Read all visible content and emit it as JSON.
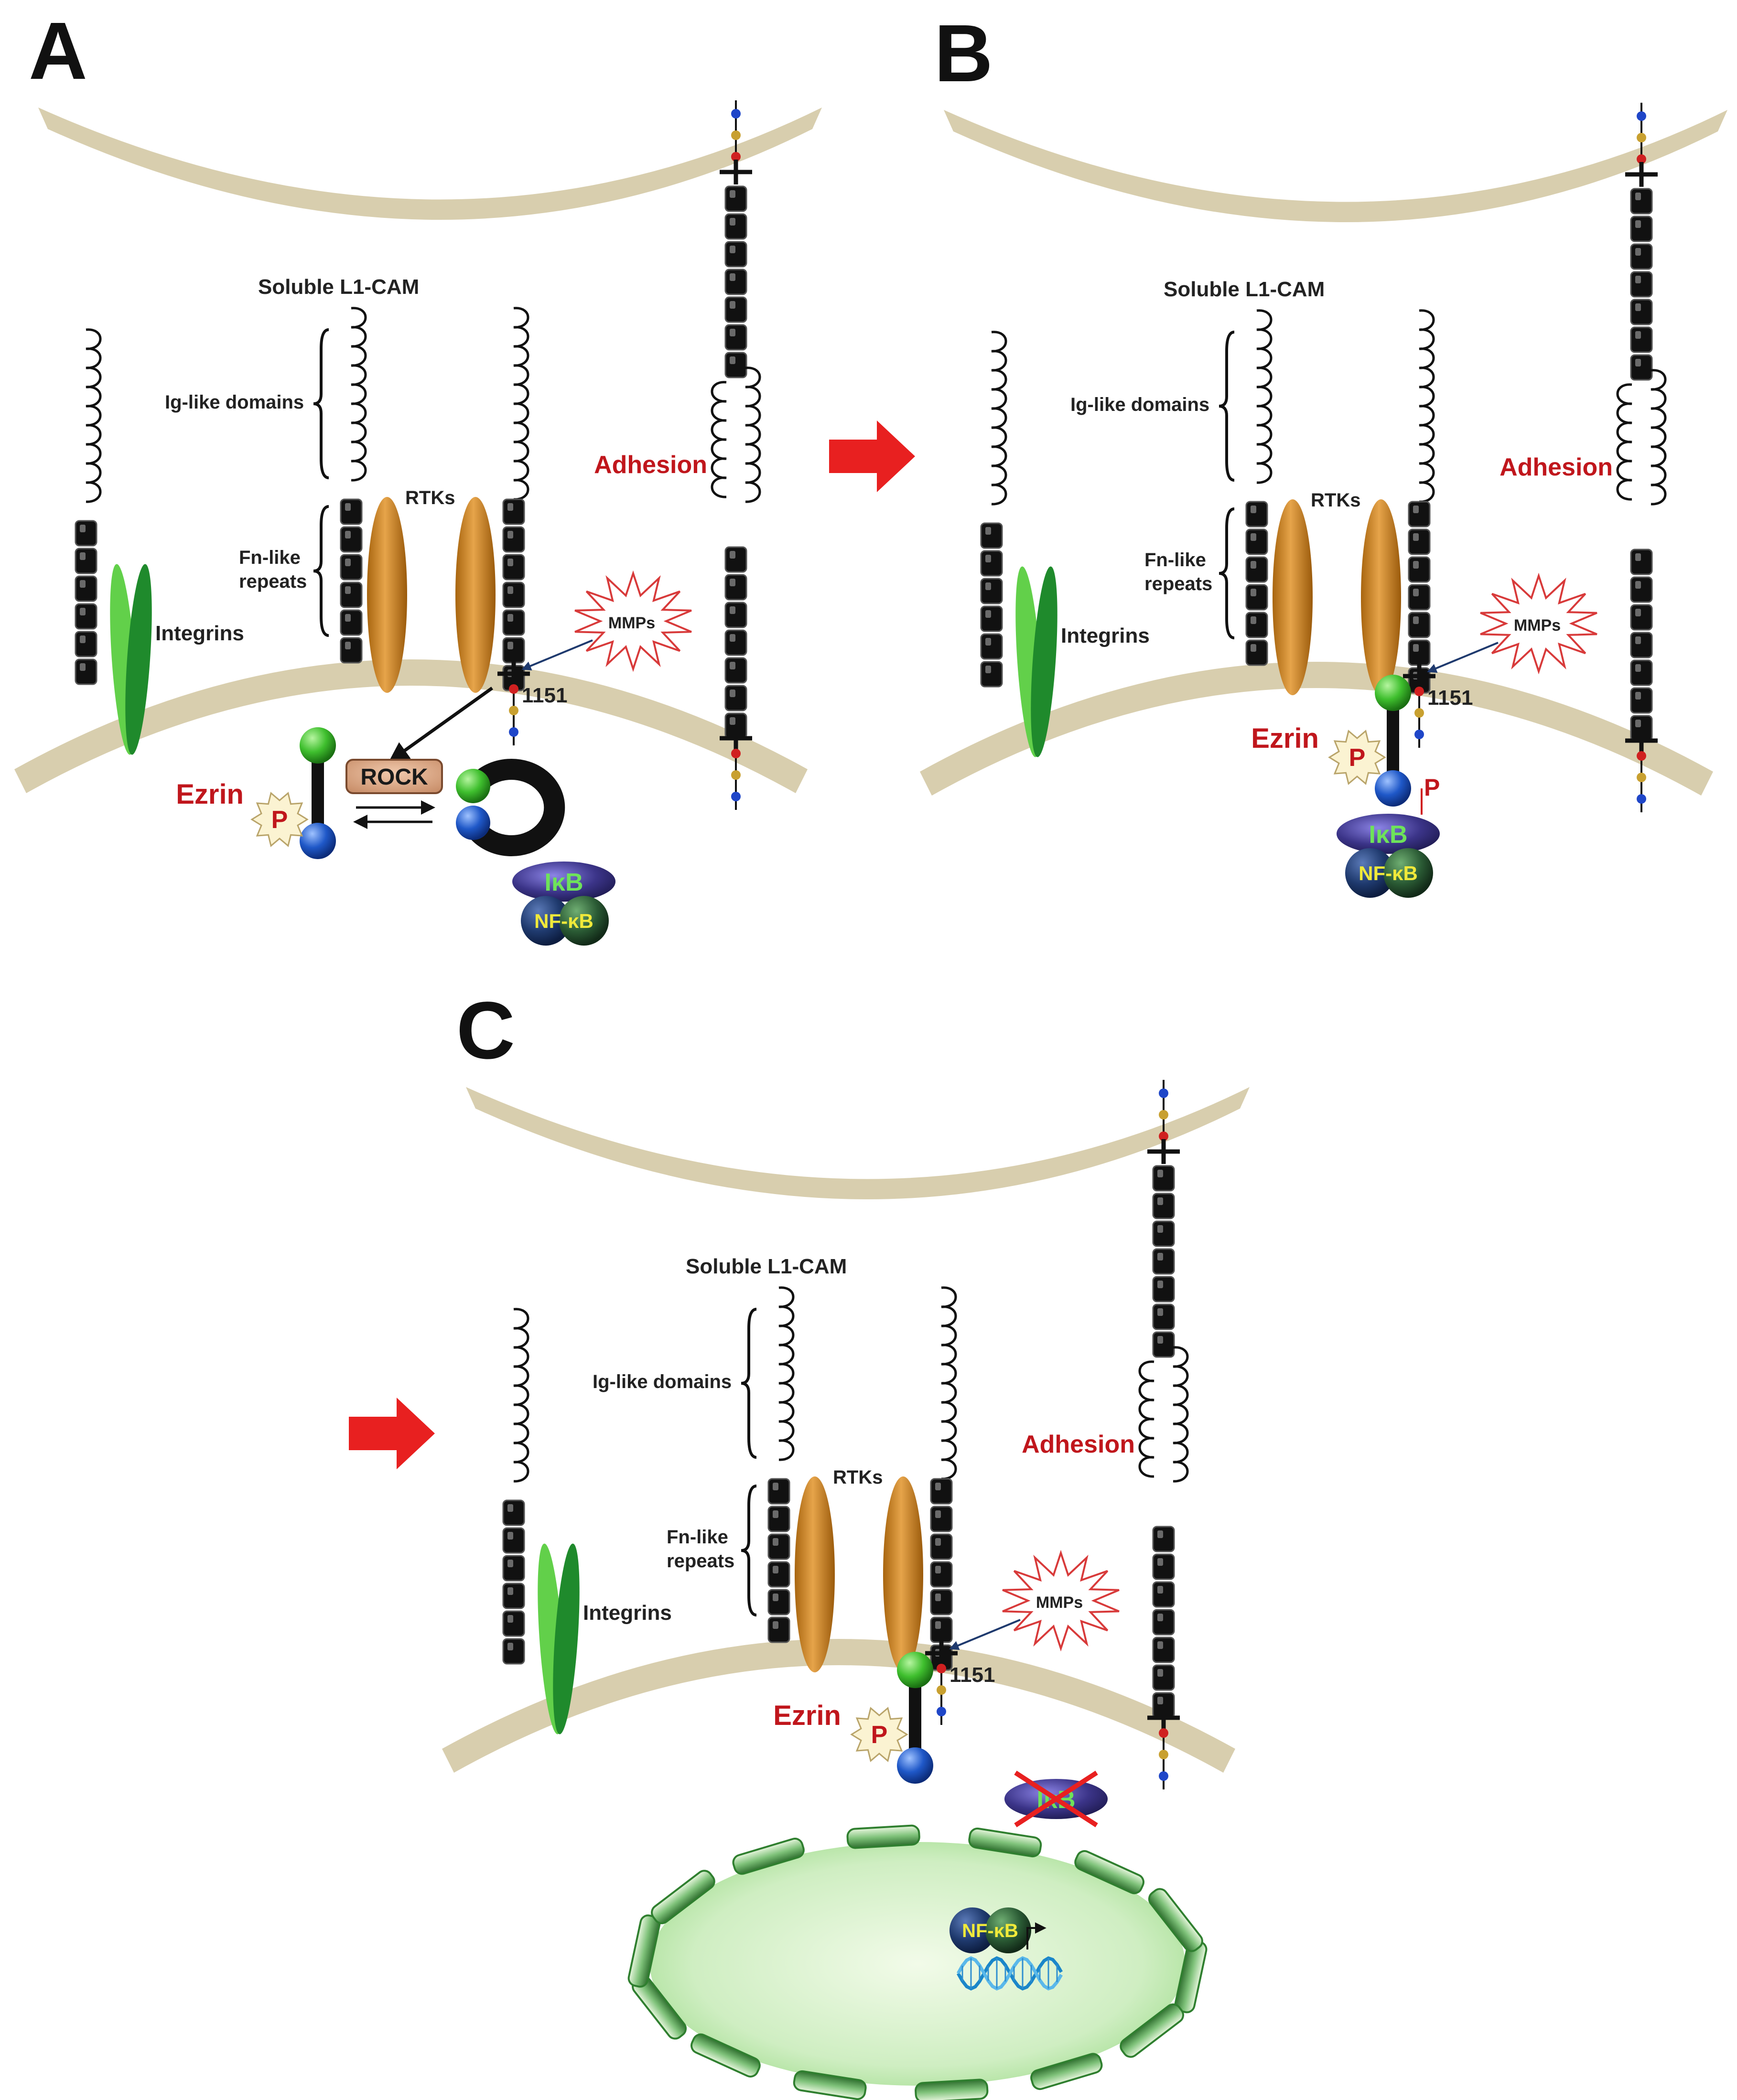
{
  "colors": {
    "membrane": "#d8ceae",
    "domain_block": "#111111",
    "rtk": "#c8861e",
    "integrin_light": "#62d04a",
    "integrin_dark": "#1f8a2c",
    "label_red": "#c0161c",
    "arrow_red": "#e82020",
    "ezrin_green": "#3fbf2e",
    "ezrin_blue": "#1f58c8",
    "ikb_purple": "#3b3488",
    "nfkb_navy": "#1f3a6e",
    "nucleus_fill": "#cfeec2",
    "nucleus_border": "#2f7f2f",
    "dna_blue": "#1a86c9"
  },
  "panels": [
    {
      "letter": "A",
      "labels": {
        "soluble": "Soluble L1-CAM",
        "ig": "Ig-like domains",
        "rtks": "RTKs",
        "fn_1": "Fn-like",
        "fn_2": "repeats",
        "integrins": "Integrins",
        "adhesion": "Adhesion",
        "mmps": "MMPs",
        "residue": "1151",
        "ezrin": "Ezrin",
        "p": "P",
        "rock": "ROCK",
        "ikb": "IκB",
        "nfkb": "NF-κB"
      }
    },
    {
      "letter": "B",
      "labels": {
        "soluble": "Soluble L1-CAM",
        "ig": "Ig-like domains",
        "rtks": "RTKs",
        "fn_1": "Fn-like",
        "fn_2": "repeats",
        "integrins": "Integrins",
        "adhesion": "Adhesion",
        "mmps": "MMPs",
        "residue": "1151",
        "ezrin": "Ezrin",
        "p": "P",
        "p2": "P",
        "ikb": "IκB",
        "nfkb": "NF-κB"
      }
    },
    {
      "letter": "C",
      "labels": {
        "soluble": "Soluble L1-CAM",
        "ig": "Ig-like domains",
        "rtks": "RTKs",
        "fn_1": "Fn-like",
        "fn_2": "repeats",
        "integrins": "Integrins",
        "adhesion": "Adhesion",
        "mmps": "MMPs",
        "residue": "1151",
        "ezrin": "Ezrin",
        "p": "P",
        "ikb": "IκB",
        "nfkb": "NF-κB"
      }
    }
  ]
}
